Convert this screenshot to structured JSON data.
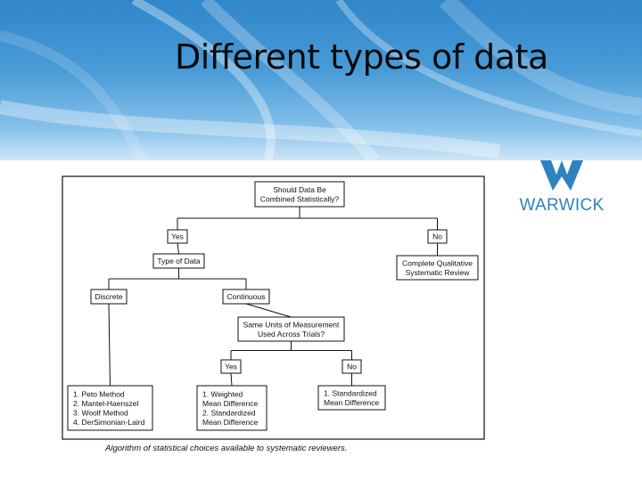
{
  "slide": {
    "title": "Different types of data",
    "logo_text": "WARWICK",
    "colors": {
      "banner": "#3f93d3",
      "logo": "#2e83bf",
      "figure_ink": "#111111"
    }
  },
  "flowchart": {
    "nodes": [
      {
        "id": "combine",
        "lines": [
          "Should Data Be",
          "Combined Statistically?"
        ]
      },
      {
        "id": "yes1",
        "lines": [
          "Yes"
        ]
      },
      {
        "id": "no1",
        "lines": [
          "No"
        ]
      },
      {
        "id": "qualitative",
        "lines": [
          "Complete Qualitative",
          "Systematic Review"
        ]
      },
      {
        "id": "type",
        "lines": [
          "Type of Data"
        ]
      },
      {
        "id": "discrete",
        "lines": [
          "Discrete"
        ]
      },
      {
        "id": "continuous",
        "lines": [
          "Continuous"
        ]
      },
      {
        "id": "units",
        "lines": [
          "Same Units of Measurement",
          "Used Across Trials?"
        ]
      },
      {
        "id": "yes2",
        "lines": [
          "Yes"
        ]
      },
      {
        "id": "no2",
        "lines": [
          "No"
        ]
      },
      {
        "id": "methods",
        "lines": [
          "1. Peto Method",
          "2. Mantel-Haenszel",
          "3. Woolf Method",
          "4. DerSimonian-Laird"
        ]
      },
      {
        "id": "weighted",
        "lines": [
          "1. Weighted",
          "Mean Difference",
          "2. Standardized",
          "Mean Difference"
        ]
      },
      {
        "id": "standardized",
        "lines": [
          "1. Standardized",
          "Mean Difference"
        ]
      }
    ],
    "edges": [
      [
        "combine",
        "yes1"
      ],
      [
        "combine",
        "no1"
      ],
      [
        "no1",
        "qualitative"
      ],
      [
        "yes1",
        "type"
      ],
      [
        "type",
        "discrete"
      ],
      [
        "type",
        "continuous"
      ],
      [
        "discrete",
        "methods"
      ],
      [
        "continuous",
        "units"
      ],
      [
        "units",
        "yes2"
      ],
      [
        "units",
        "no2"
      ],
      [
        "yes2",
        "weighted"
      ],
      [
        "no2",
        "standardized"
      ]
    ],
    "caption": "Algorithm of statistical choices available to systematic reviewers."
  }
}
